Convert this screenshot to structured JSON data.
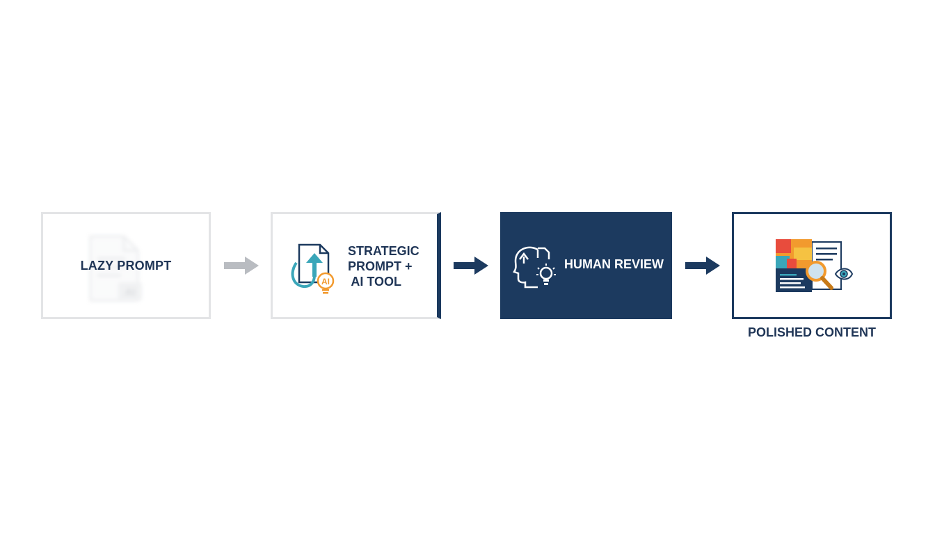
{
  "steps": {
    "lazy": {
      "label": "LAZY PROMPT",
      "ghost_badge": "AI"
    },
    "strategic": {
      "label": "STRATEGIC\nPROMPT +\n AI TOOL",
      "badge": "AI"
    },
    "human": {
      "label": "HUMAN REVIEW"
    },
    "polished": {
      "label": "POLISHED CONTENT"
    }
  },
  "icons": {
    "lazy": "document-ai-icon",
    "strategic": "document-upload-ai-icon",
    "human": "head-lightbulb-icon",
    "polished": "content-magnifier-eye-icon",
    "arrows": "arrow-right-icon"
  },
  "colors": {
    "navy": "#1c3a5f",
    "faded_border": "#e3e4e6",
    "faded_arrow": "#b9bcc1",
    "teal": "#3aa6b9",
    "orange": "#f29a2e"
  }
}
